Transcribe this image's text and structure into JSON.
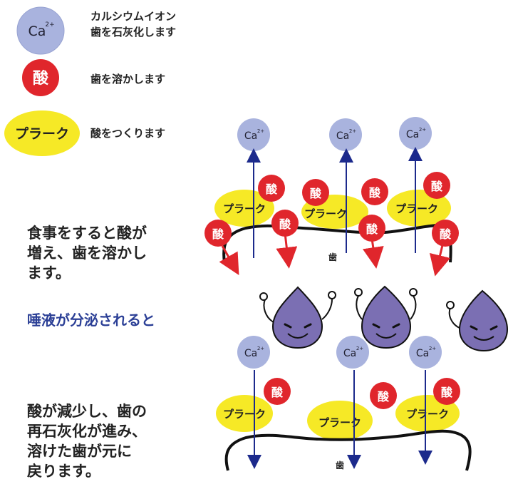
{
  "legend": {
    "calcium": {
      "symbol": "Ca",
      "superscript": "2+",
      "line1": "カルシウムイオン",
      "line2": "歯を石灰化します"
    },
    "acid": {
      "symbol": "酸",
      "text": "歯を溶かします"
    },
    "plaque": {
      "symbol": "プラーク",
      "text": "酸をつくります"
    }
  },
  "captions": {
    "eating": [
      "食事をすると酸が",
      "増え、歯を溶かし",
      "ます。"
    ],
    "saliva": "唾液が分泌されると",
    "recovery": [
      "酸が減少し、歯の",
      "再石灰化が進み、",
      "溶けた歯が元に",
      "戻ります。"
    ]
  },
  "diagram": {
    "ca_symbol": "Ca",
    "ca_sup": "2+",
    "acid_label": "酸",
    "plaque_label": "プラーク",
    "tooth_icon": "歯"
  },
  "colors": {
    "calcium_fill": "#a9b3de",
    "acid_fill": "#e0262c",
    "plaque_fill": "#f6e926",
    "arrow_blue": "#1c2a8c",
    "arrow_red": "#e0262c",
    "saliva_drop": "#7b6fb3",
    "saliva_text": "#2b3f96"
  }
}
